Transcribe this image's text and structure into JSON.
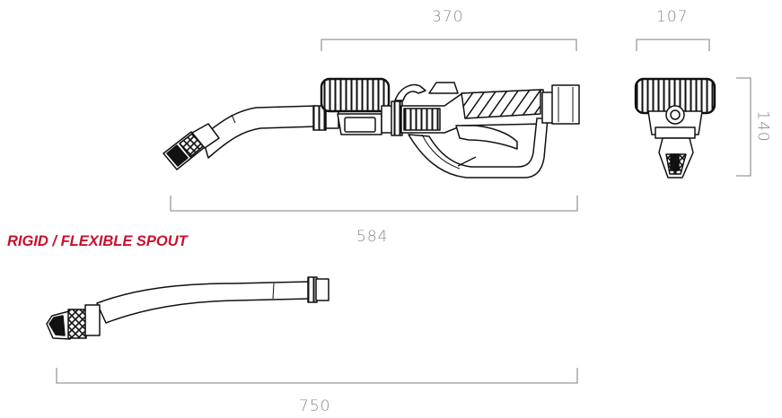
{
  "section_title": "RIGID / FLEXIBLE SPOUT",
  "dimensions": {
    "top_width": "370",
    "side_width": "107",
    "height": "140",
    "overall_length": "584",
    "flexible_length": "750"
  },
  "colors": {
    "accent": "#c8102e",
    "line": "#1a1a1a",
    "dimension_line": "#9a9a9a",
    "dimension_text": "#8a8a8a"
  }
}
